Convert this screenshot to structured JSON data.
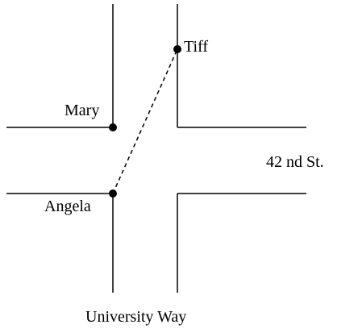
{
  "people": {
    "tiff": "Tiff",
    "mary": "Mary",
    "angela": "Angela"
  },
  "streets": {
    "cross_street": "42 nd St.",
    "avenue": "University Way"
  },
  "colors": {
    "ink": "#000000",
    "background": "#ffffff"
  }
}
